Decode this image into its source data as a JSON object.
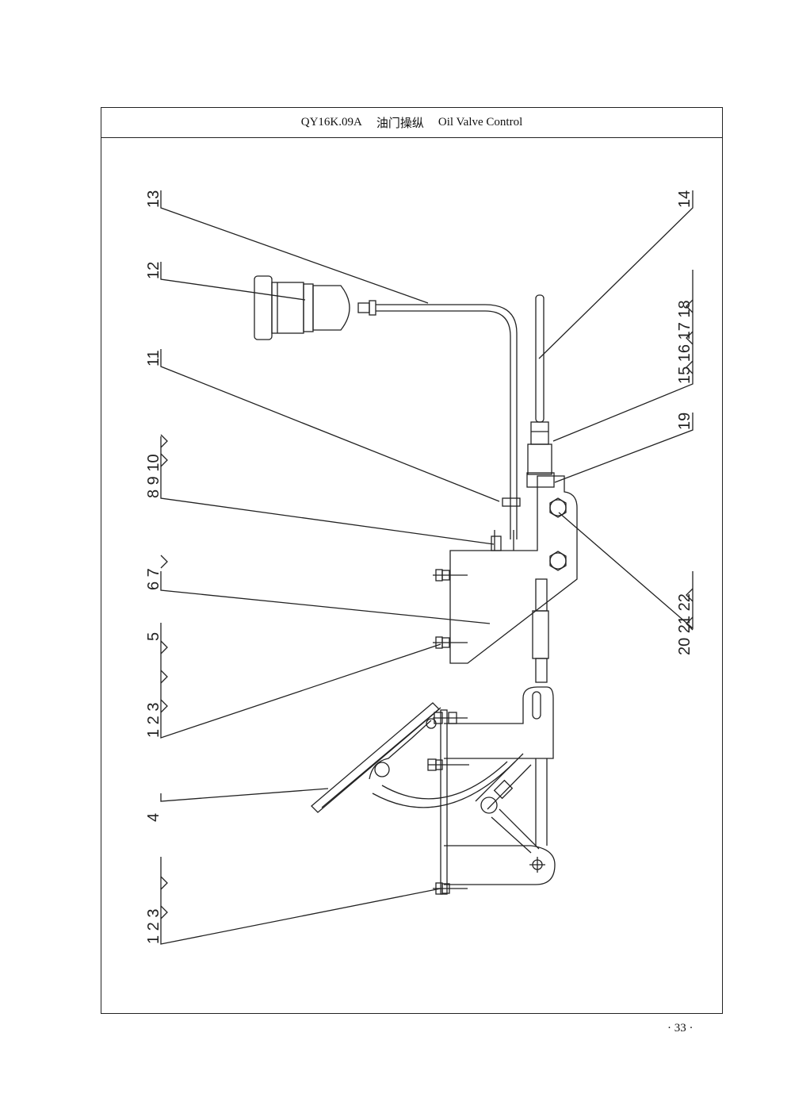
{
  "title": {
    "code": "QY16K.09A",
    "cn": "油门操纵",
    "en": "Oil Valve Control"
  },
  "page_number": "· 33 ·",
  "callouts": {
    "c13": "13",
    "c12": "12",
    "c11": "11",
    "c8_9_10": "8 9 10",
    "c6_7": "6 7",
    "c5": "5",
    "c1_2_3_top": "1 2 3",
    "c4": "4",
    "c1_2_3_bottom": "1 2 3",
    "c14": "14",
    "c15_16_17_18": "15 16 17 18",
    "c19": "19",
    "c20_21_22": "20 21 22"
  }
}
